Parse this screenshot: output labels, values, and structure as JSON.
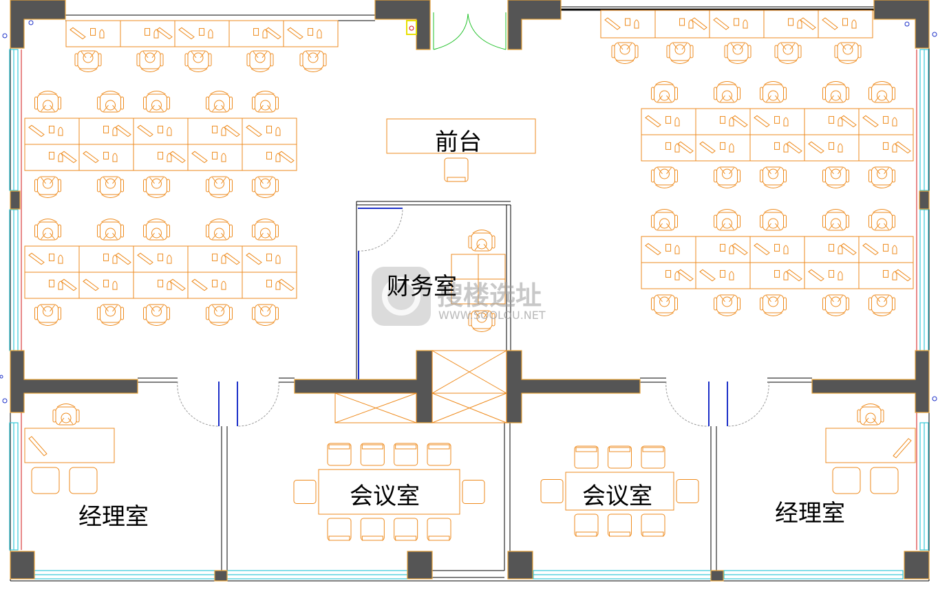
{
  "rooms": {
    "reception": "前台",
    "finance": "财务室",
    "meeting_left": "会议室",
    "meeting_right": "会议室",
    "manager_left": "经理室",
    "manager_right": "经理室"
  },
  "watermark": {
    "brand": "搜楼选址",
    "url": "WWW.SOOLOU.NET"
  },
  "colors": {
    "furniture": "#ee8a1c",
    "wall_fill": "#555555",
    "wall_hatch": "#e8a33a",
    "outline": "#000000",
    "window": "#34c8d8",
    "door": "#1c2fc8",
    "entrance_door": "#22c12a",
    "red_line": "#d01010"
  }
}
